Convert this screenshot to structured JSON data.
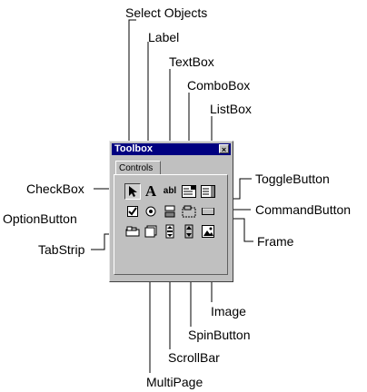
{
  "window": {
    "title": "Toolbox",
    "close_glyph": "×",
    "tab_label": "Controls"
  },
  "callouts": {
    "select_objects": "Select Objects",
    "label": "Label",
    "textbox": "TextBox",
    "combobox": "ComboBox",
    "listbox": "ListBox",
    "checkbox": "CheckBox",
    "togglebutton": "ToggleButton",
    "optionbutton": "OptionButton",
    "commandbutton": "CommandButton",
    "tabstrip": "TabStrip",
    "frame": "Frame",
    "image": "Image",
    "spinbutton": "SpinButton",
    "scrollbar": "ScrollBar",
    "multipage": "MultiPage"
  },
  "tools": {
    "label_glyph": "A",
    "textbox_glyph": "abl"
  },
  "colors": {
    "titlebar": "#000080",
    "face": "#c0c0c0",
    "lines": "#000000"
  }
}
